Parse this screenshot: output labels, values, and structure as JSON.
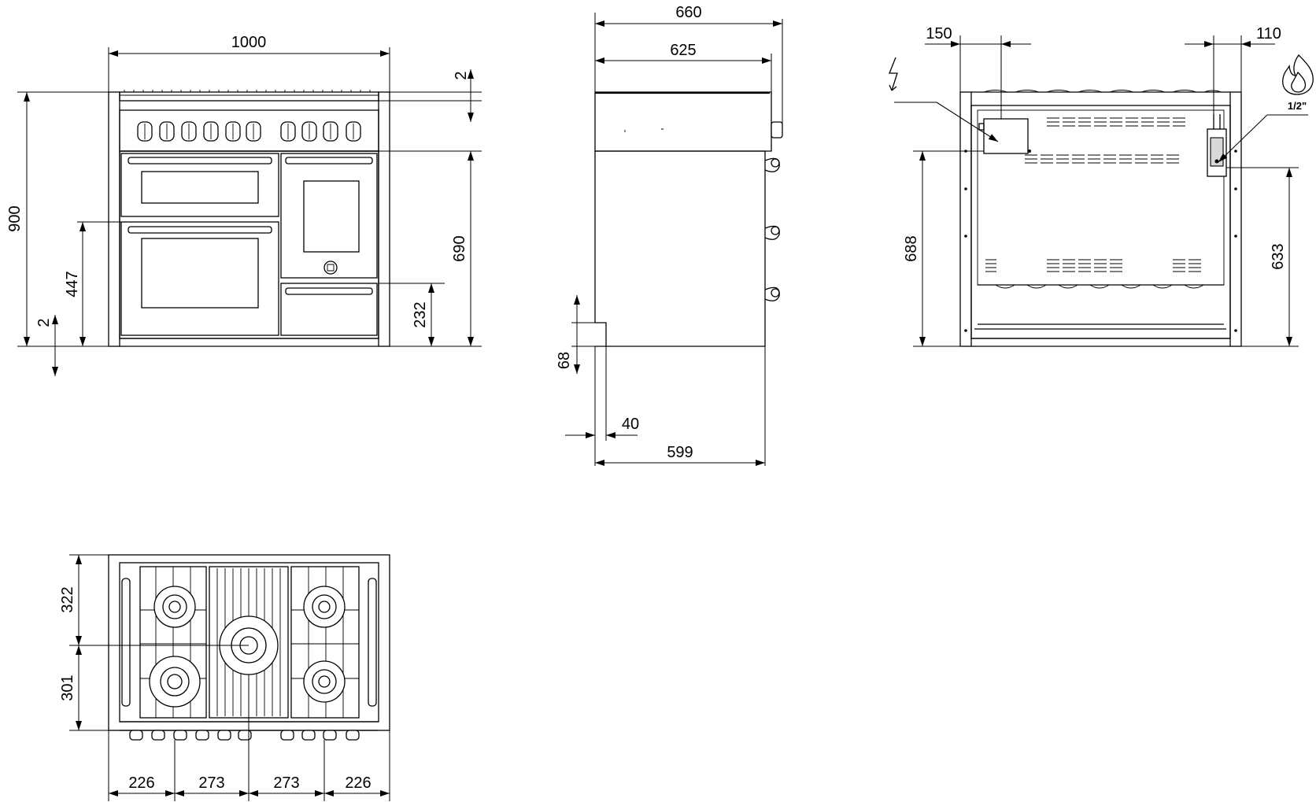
{
  "dimensions": {
    "front_width": "1000",
    "front_top_gap": "2",
    "front_height": "900",
    "front_oven_height": "690",
    "front_lower_oven": "447",
    "front_drawer": "232",
    "front_foot": "2",
    "side_total_depth": "660",
    "side_body_depth": "625",
    "side_base_depth": "599",
    "side_plinth_height": "68",
    "side_plinth_recess": "40",
    "rear_electric_offset": "150",
    "rear_gas_offset": "110",
    "rear_electric_height": "688",
    "rear_gas_height": "633",
    "rear_gas_thread": "1/2\"",
    "top_back_depth": "322",
    "top_front_depth": "301",
    "top_widths": [
      "226",
      "273",
      "273",
      "226"
    ]
  },
  "icons": [
    "lightning-icon",
    "flame-icon"
  ]
}
